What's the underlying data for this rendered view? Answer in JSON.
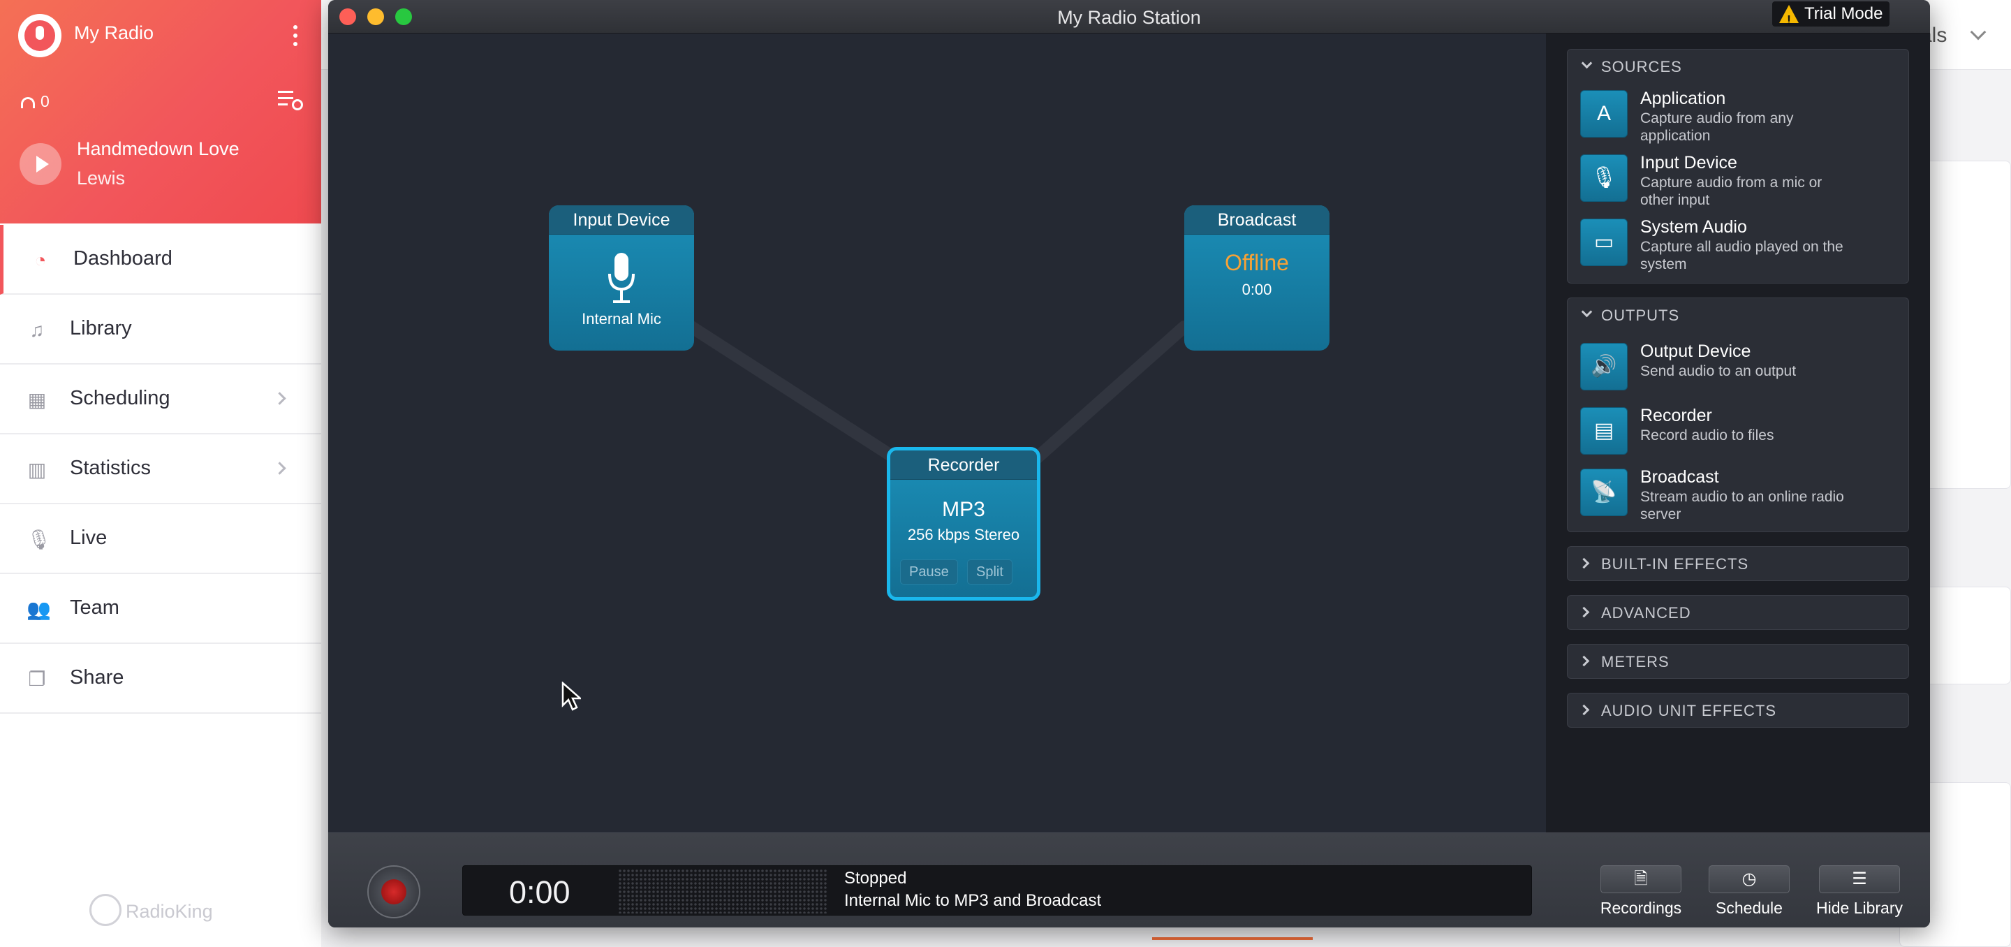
{
  "background": {
    "top_right_text": "als"
  },
  "sidebar": {
    "title": "My Radio",
    "listeners": "0",
    "now_playing": {
      "song": "Handmedown Love",
      "artist": "Lewis"
    },
    "nav": [
      {
        "label": "Dashboard",
        "icon": "dashboard-icon",
        "active": true
      },
      {
        "label": "Library",
        "icon": "music-note-icon"
      },
      {
        "label": "Scheduling",
        "icon": "calendar-icon",
        "chevron": true
      },
      {
        "label": "Statistics",
        "icon": "bar-chart-icon",
        "chevron": true
      },
      {
        "label": "Live",
        "icon": "microphone-icon"
      },
      {
        "label": "Team",
        "icon": "team-icon"
      },
      {
        "label": "Share",
        "icon": "share-icon"
      }
    ],
    "footer": "RadioKing"
  },
  "window": {
    "title": "My Radio Station",
    "trial": "Trial Mode"
  },
  "nodes": {
    "input": {
      "title": "Input Device",
      "label": "Internal Mic"
    },
    "broadcast": {
      "title": "Broadcast",
      "status": "Offline",
      "time": "0:00"
    },
    "recorder": {
      "title": "Recorder",
      "format": "MP3",
      "quality": "256 kbps Stereo",
      "pause": "Pause",
      "split": "Split"
    }
  },
  "panel": {
    "sources": {
      "header": "SOURCES",
      "items": [
        {
          "title": "Application",
          "desc": "Capture audio from any application",
          "icon": "app-store-icon"
        },
        {
          "title": "Input Device",
          "desc": "Capture audio from a mic or other input",
          "icon": "microphone-icon"
        },
        {
          "title": "System Audio",
          "desc": "Capture all audio played on the system",
          "icon": "monitor-icon"
        }
      ]
    },
    "outputs": {
      "header": "OUTPUTS",
      "items": [
        {
          "title": "Output Device",
          "desc": "Send audio to an output",
          "icon": "speaker-icon"
        },
        {
          "title": "Recorder",
          "desc": "Record audio to files",
          "icon": "document-icon"
        },
        {
          "title": "Broadcast",
          "desc": "Stream audio to an online radio server",
          "icon": "satellite-dish-icon"
        }
      ]
    },
    "collapsed": [
      "BUILT-IN EFFECTS",
      "ADVANCED",
      "METERS",
      "AUDIO UNIT EFFECTS"
    ]
  },
  "bottombar": {
    "time": "0:00",
    "status": "Stopped",
    "route": "Internal Mic to MP3 and Broadcast",
    "buttons": {
      "recordings": "Recordings",
      "schedule": "Schedule",
      "hide_library": "Hide Library"
    }
  },
  "colors": {
    "accent": "#f2565b",
    "node_blue": "#1b8fb8",
    "offline": "#f7a236",
    "record_red": "#d62a2a"
  }
}
